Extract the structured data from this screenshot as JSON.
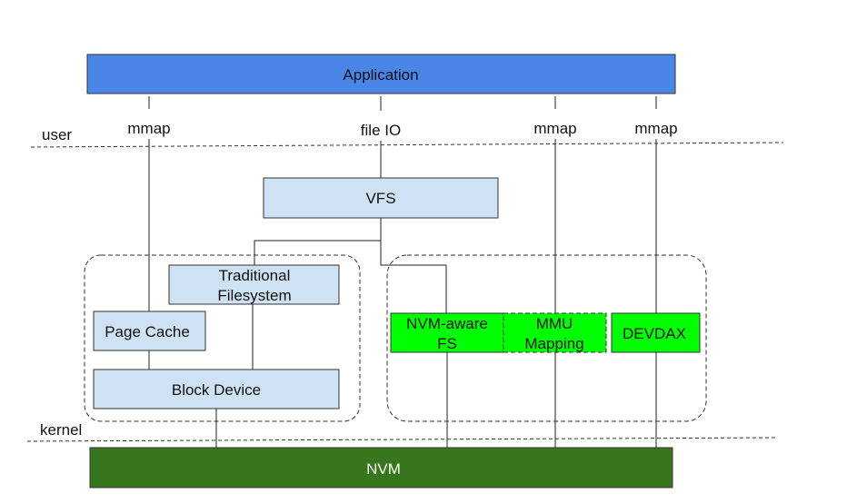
{
  "colors": {
    "application": "#4a86e8",
    "light_box": "#cfe2f3",
    "nvm_fs": "#00ff00",
    "nvm": "#38761d"
  },
  "labels": {
    "application": "Application",
    "user": "user",
    "kernel": "kernel",
    "mmap_1": "mmap",
    "file_io": "file IO",
    "mmap_2": "mmap",
    "mmap_3": "mmap",
    "vfs": "VFS",
    "traditional_fs_line1": "Traditional",
    "traditional_fs_line2": "Filesystem",
    "page_cache": "Page Cache",
    "block_device": "Block Device",
    "nvm_aware_fs_line1": "NVM-aware",
    "nvm_aware_fs_line2": "FS",
    "mmu_mapping_line1": "MMU",
    "mmu_mapping_line2": "Mapping",
    "devdax": "DEVDAX",
    "nvm": "NVM"
  }
}
